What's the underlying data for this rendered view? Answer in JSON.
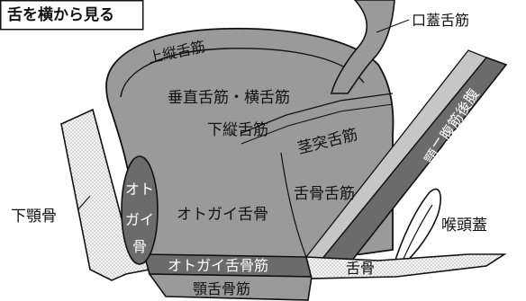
{
  "title": "舌を横から見る",
  "labels": {
    "kogai": "口蓋舌筋",
    "jouju": "上縦舌筋",
    "suichoku": "垂直舌筋・横舌筋",
    "kaju": "下縦舌筋",
    "keitotsu": "茎突舌筋",
    "ganizu": "顎二腹筋後腹",
    "kagakukotsu": "下顎骨",
    "otogaikotsu_v1": "オト",
    "otogaikotsu_v2": "ガイ",
    "otogaikotsu_v3": "骨",
    "otogaizetsu": "オトガイ舌骨",
    "zekkotsuzetsu": "舌骨舌筋",
    "kotoubu": "喉頭蓋",
    "otogaizekkotsukin": "オトガイ舌骨筋",
    "zekkotsu": "舌骨",
    "gakuzekkotsukin": "顎舌骨筋"
  },
  "colors": {
    "muscle": "#9a9a9a",
    "muscle_dark": "#6b6b6b",
    "bone_fill": "#f2f2f2",
    "outline": "#111111"
  }
}
